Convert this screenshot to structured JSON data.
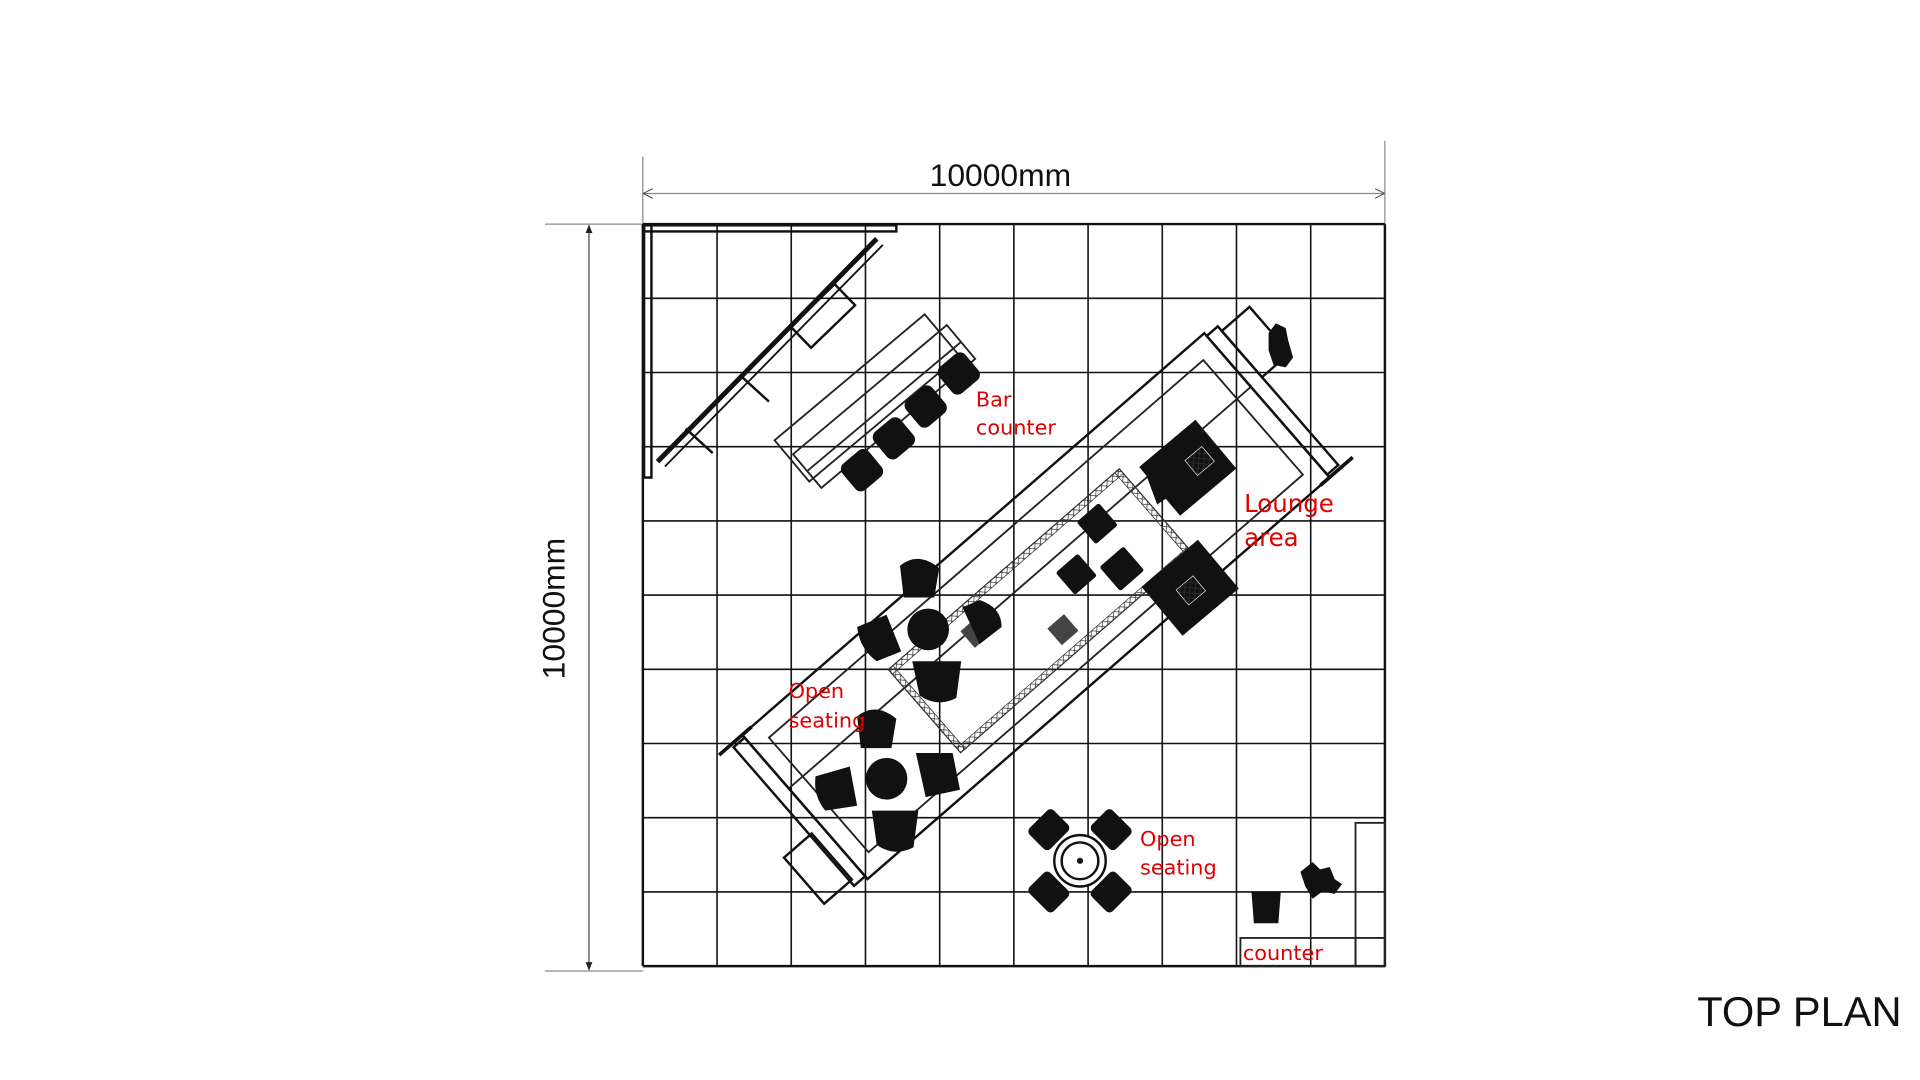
{
  "dimensions": {
    "width_label": "10000mm",
    "height_label": "10000mm"
  },
  "zones": {
    "bar_counter": [
      "Bar",
      "counter"
    ],
    "lounge_area": [
      "Lounge",
      "area"
    ],
    "open_seating_1": [
      "Open",
      "seating"
    ],
    "open_seating_2": [
      "Open",
      "seating"
    ],
    "counter": "counter"
  },
  "title": "TOP PLAN",
  "colors": {
    "label": "#e00000",
    "line": "#111111"
  }
}
